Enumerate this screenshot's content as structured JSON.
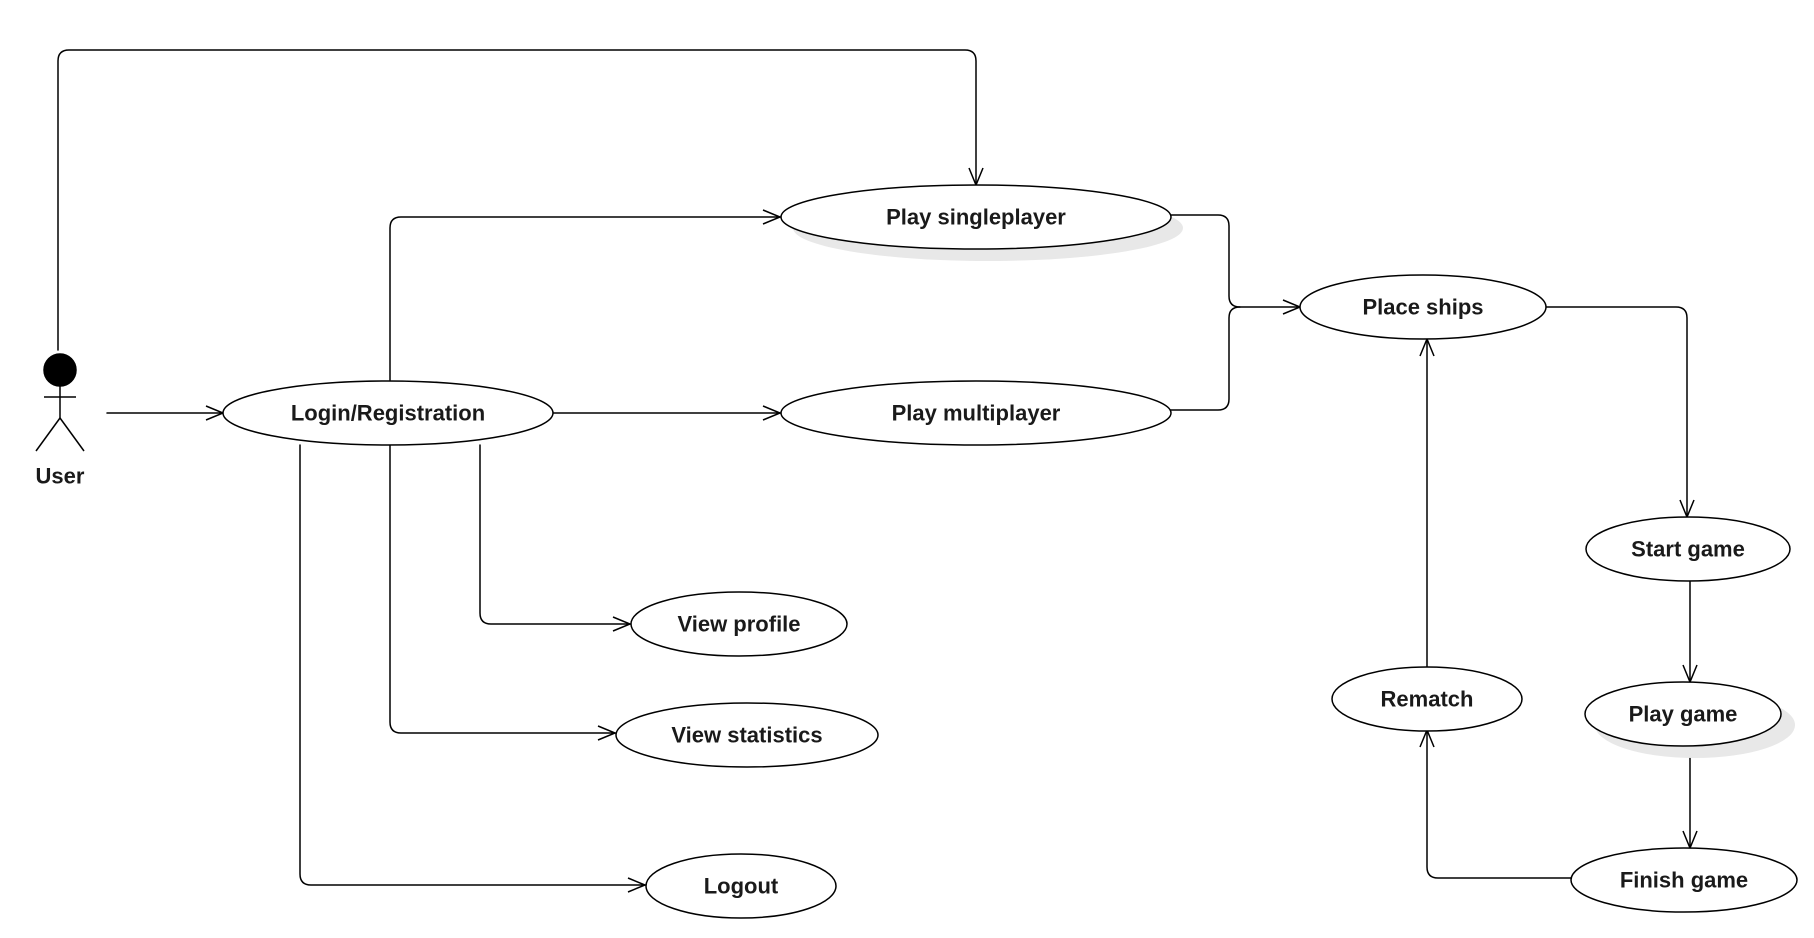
{
  "actor": {
    "label": "User"
  },
  "use_cases": {
    "login": "Login/Registration",
    "play_singleplayer": "Play singleplayer",
    "play_multiplayer": "Play multiplayer",
    "place_ships": "Place ships",
    "start_game": "Start game",
    "play_game": "Play game",
    "finish_game": "Finish game",
    "rematch": "Rematch",
    "view_profile": "View profile",
    "view_statistics": "View statistics",
    "logout": "Logout"
  },
  "colors": {
    "stroke": "#000000",
    "fill": "#ffffff",
    "shadow": "#e8e8e8",
    "text": "#1a1a1a"
  }
}
